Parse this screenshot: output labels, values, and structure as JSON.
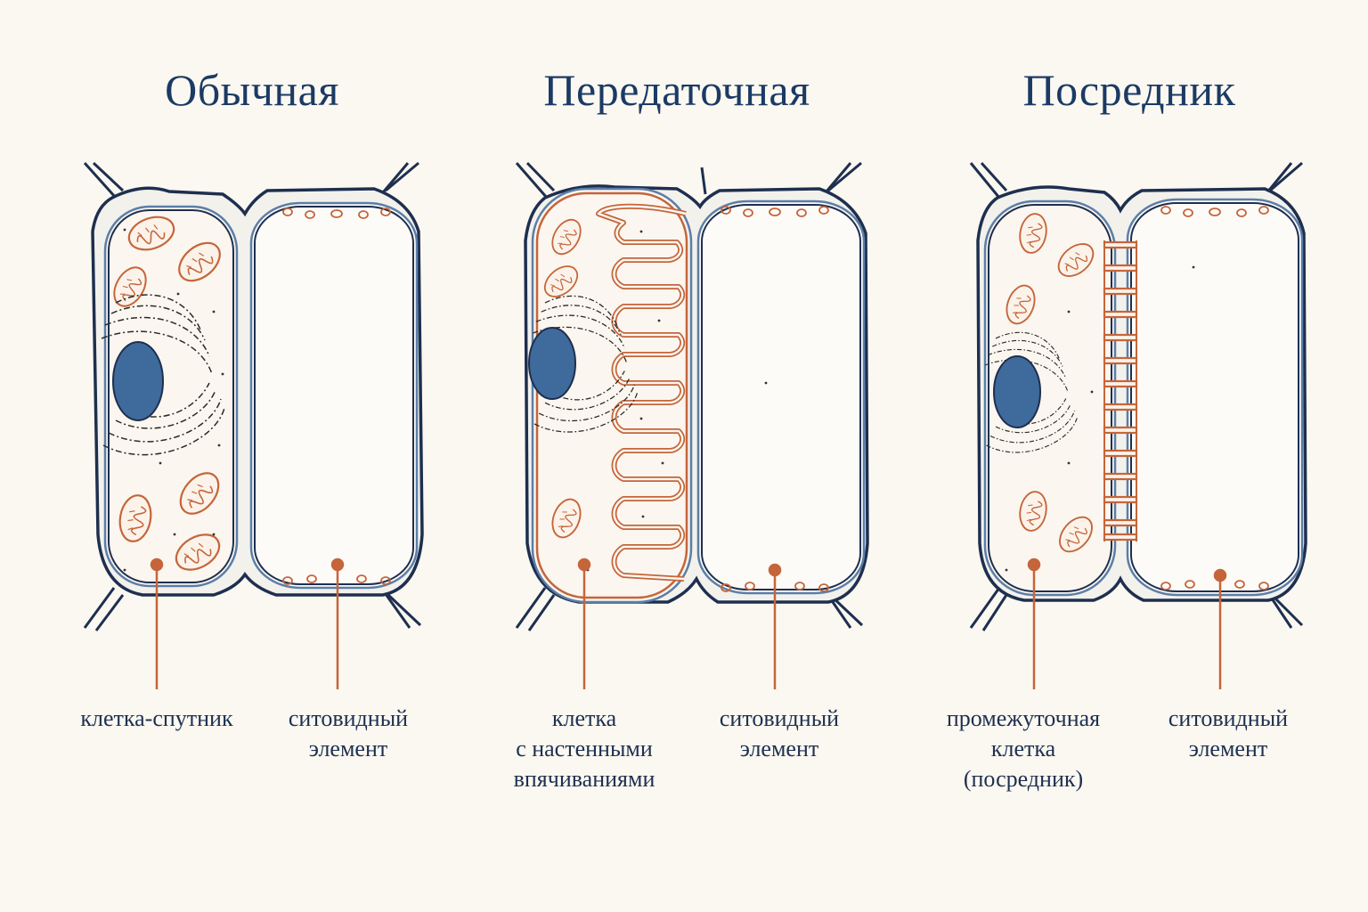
{
  "titles": {
    "ordinary": "Обычная",
    "transfer": "Передаточная",
    "intermediary": "Посредник"
  },
  "labels": {
    "companion": "клетка-спутник",
    "sieve_1": [
      "ситовидный",
      "элемент"
    ],
    "transfer_cell": [
      "клетка",
      "с настенными",
      "впячиваниями"
    ],
    "sieve_2": [
      "ситовидный",
      "элемент"
    ],
    "intermediary_cell": [
      "промежуточная",
      "клетка",
      "(посредник)"
    ],
    "sieve_3": [
      "ситовидный",
      "элемент"
    ]
  },
  "colors": {
    "outline": "#1e2f4f",
    "wall": "#4a6f9a",
    "nucleus": "#3f6a9c",
    "accent": "#c5653a",
    "background": "#fbf8f1"
  }
}
